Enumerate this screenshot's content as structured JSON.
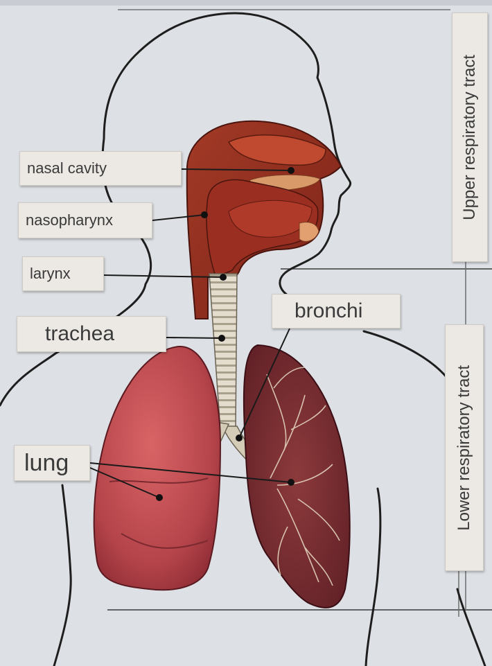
{
  "labels": {
    "nasal_cavity": "nasal cavity",
    "nasopharynx": "nasopharynx",
    "larynx": "larynx",
    "trachea": "trachea",
    "bronchi": "bronchi",
    "lung": "lung"
  },
  "tracts": {
    "upper": "Upper respiratory tract",
    "lower": "Lower respiratory tract"
  },
  "colors": {
    "background": "#dcdfe3",
    "outline": "#1e1e1e",
    "head_tissue": "#8e2a1e",
    "lung_left": "#b9454a",
    "lung_right": "#7a2a2e",
    "trachea_rings": "#d9d2c2",
    "label_bg": "#ece9e4"
  }
}
